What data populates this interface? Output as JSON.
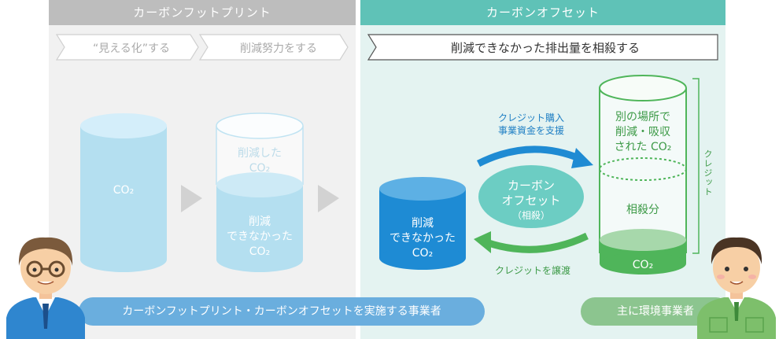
{
  "left_panel": {
    "header": "カーボンフットプリント",
    "steps": [
      "“見える化”する",
      "削減努力をする"
    ],
    "cylinder1_label": "CO₂",
    "cylinder2_top_label": [
      "削減した",
      "CO₂"
    ],
    "cylinder2_bottom_label": [
      "削減",
      "できなかった",
      "CO₂"
    ]
  },
  "right_panel": {
    "header": "カーボンオフセット",
    "banner": "削減できなかった排出量を相殺する",
    "cylinder_left_label": [
      "削減",
      "できなかった",
      "CO₂"
    ],
    "center_oval": [
      "カーボン",
      "オフセット",
      "（相殺）"
    ],
    "arrow_top_label": [
      "クレジット購入",
      "事業資金を支援"
    ],
    "arrow_bottom_label": "クレジットを譲渡",
    "cylinder_right_top_label": [
      "別の場所で",
      "削減・吸収",
      "された CO₂"
    ],
    "cylinder_right_mid_label": "相殺分",
    "cylinder_right_bottom_label": "CO₂",
    "bracket_label": "クレジット"
  },
  "bottom": {
    "left_pill": "カーボンフットプリント・カーボンオフセットを実施する事業者",
    "right_pill": "主に環境事業者"
  },
  "colors": {
    "left_header": "#bdbdbd",
    "right_header": "#5fc2b7",
    "light_water": "#b4dff0",
    "dark_cylinder": "#1e8bd4",
    "green_cylinder": "#4fb55a",
    "teal_oval": "#6ccdc3",
    "arrow_blue": "#1f8bd3",
    "arrow_green": "#4fb55a"
  }
}
